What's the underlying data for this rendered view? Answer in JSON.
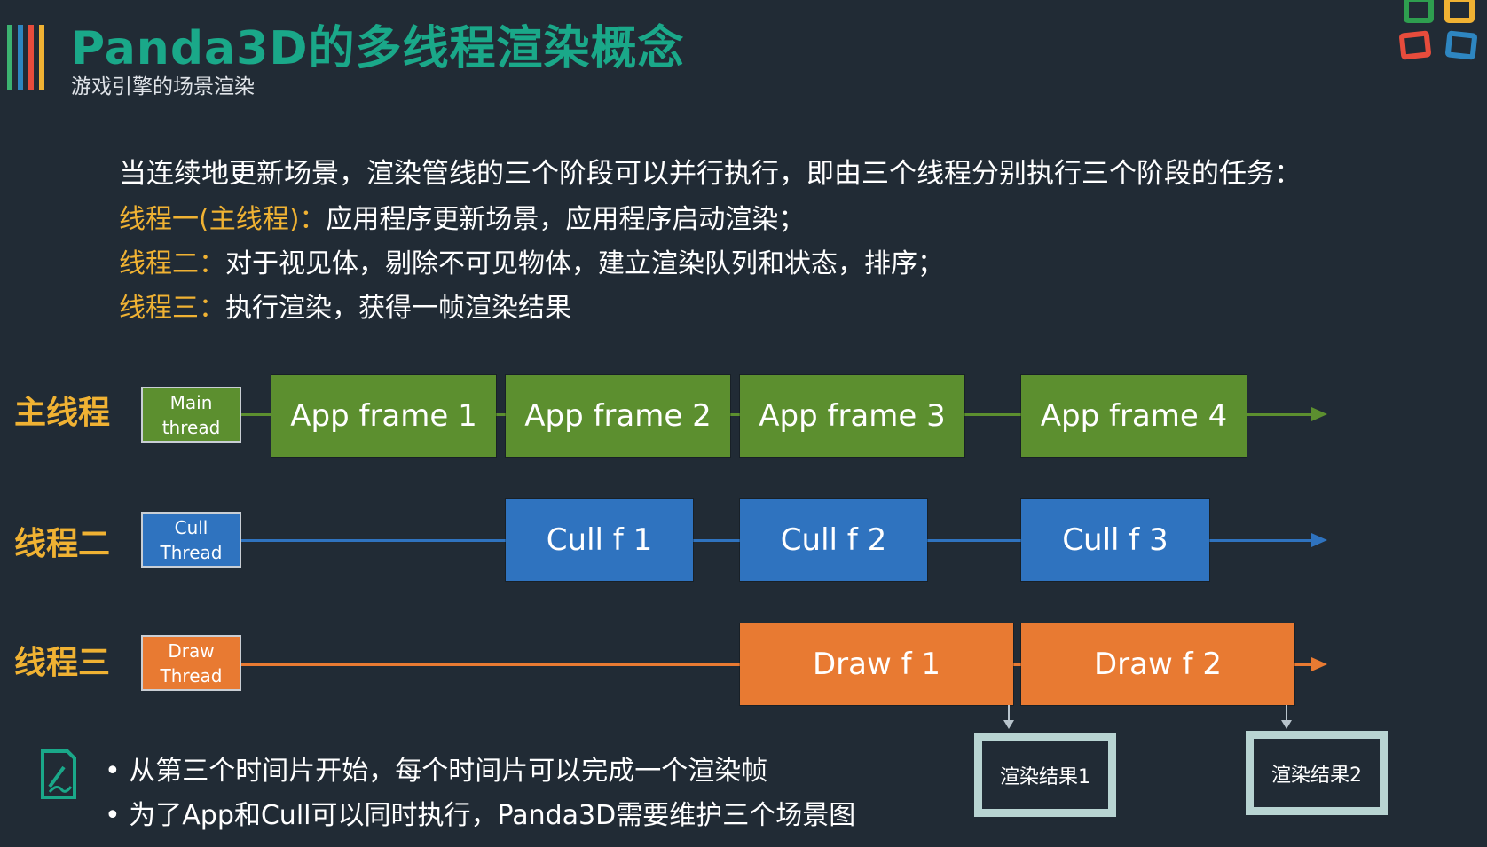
{
  "header": {
    "title": "Panda3D的多线程渲染概念",
    "subtitle": "游戏引擎的场景渲染"
  },
  "colors": {
    "background": "#212b35",
    "title": "#1aa889",
    "label_yellow": "#f0b233",
    "green": "#5c8f2f",
    "blue": "#2f73bf",
    "orange": "#e87a32",
    "result_border": "#b8d4d2"
  },
  "intro": {
    "text": "当连续地更新场景，渲染管线的三个阶段可以并行执行，即由三个线程分别执行三个阶段的任务：",
    "lines": [
      {
        "label": "线程一(主线程)：",
        "text": "应用程序更新场景，应用程序启动渲染；"
      },
      {
        "label": "线程二：",
        "text": "对于视见体，剔除不可见物体，建立渲染队列和状态，排序；"
      },
      {
        "label": "线程三：",
        "text": "执行渲染，获得一帧渲染结果"
      }
    ]
  },
  "lanes": [
    {
      "label": "主线程",
      "thread_box": "Main\nthread",
      "blocks": [
        "App frame 1",
        "App frame 2",
        "App frame 3",
        "App frame 4"
      ]
    },
    {
      "label": "线程二",
      "thread_box": "Cull\nThread",
      "blocks": [
        "Cull f 1",
        "Cull f 2",
        "Cull f 3"
      ]
    },
    {
      "label": "线程三",
      "thread_box": "Draw\nThread",
      "blocks": [
        "Draw f 1",
        "Draw f 2"
      ]
    }
  ],
  "results": [
    "渲染结果1",
    "渲染结果2"
  ],
  "notes": [
    "从第三个时间片开始，每个时间片可以完成一个渲染帧",
    "为了App和Cull可以同时执行，Panda3D需要维护三个场景图"
  ],
  "icons": {
    "logo": "grid-logo-icon",
    "note": "edit-note-icon"
  }
}
